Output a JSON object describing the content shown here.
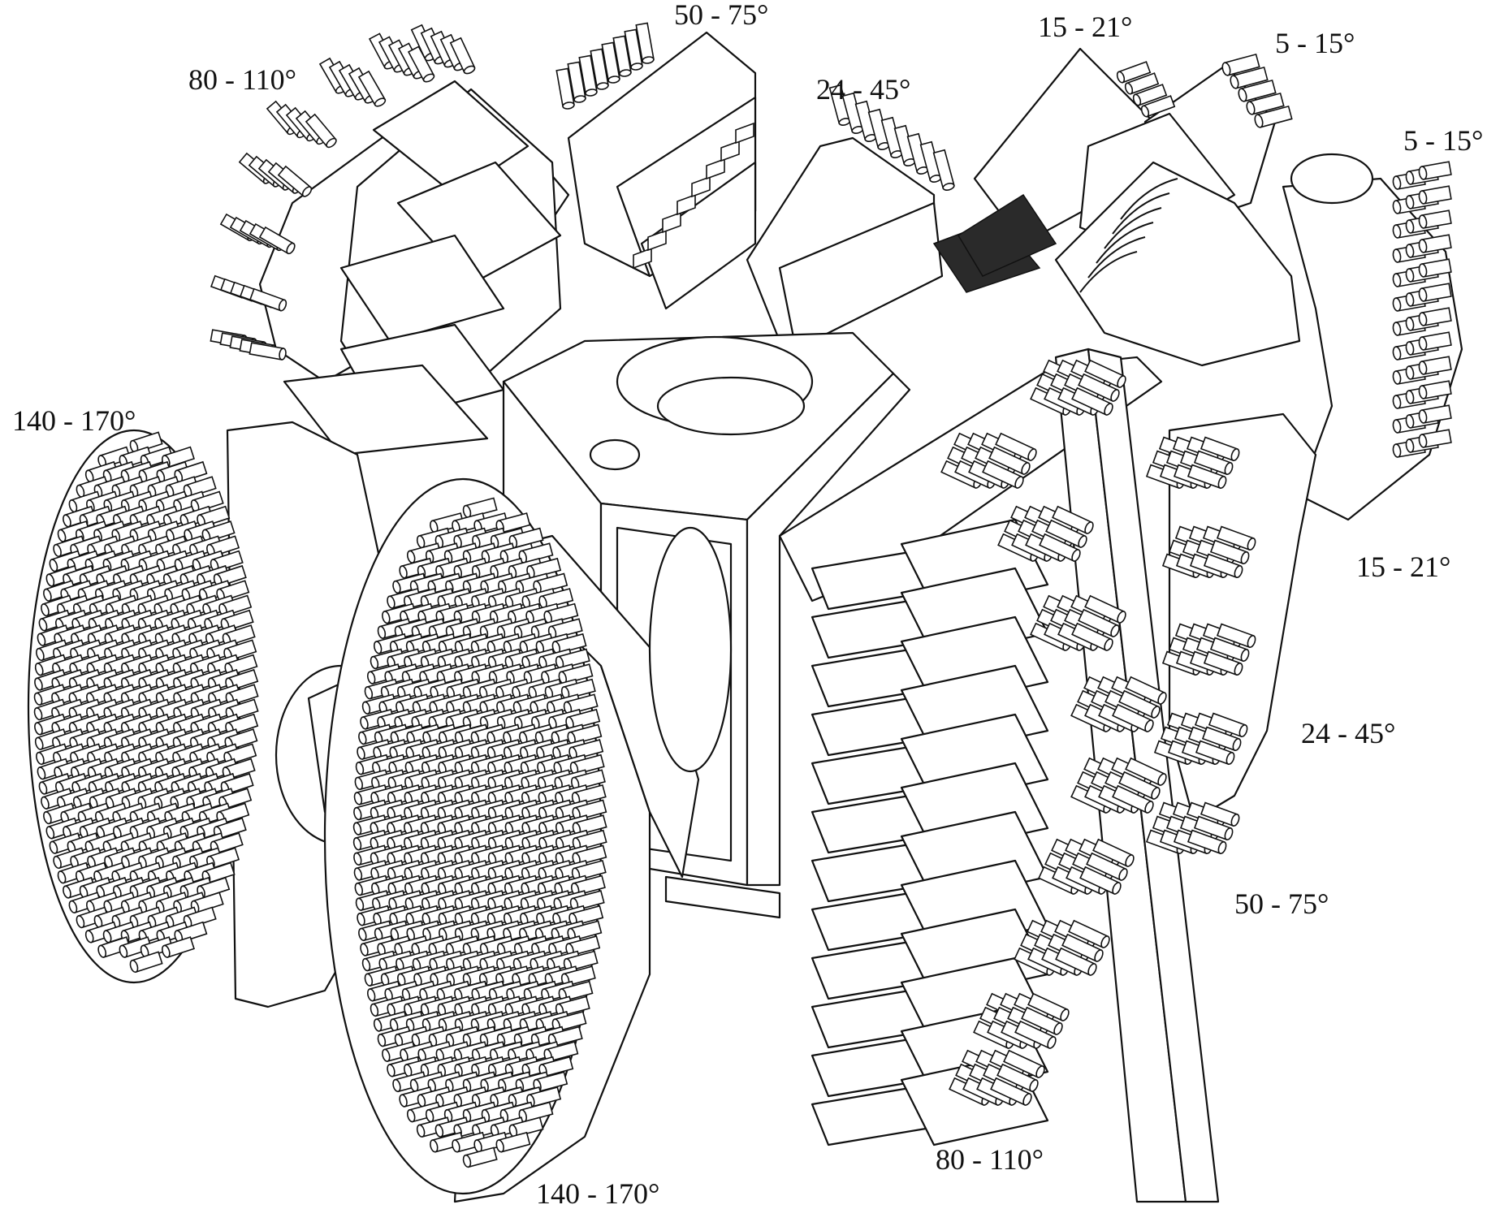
{
  "diagram": {
    "labels": [
      {
        "id": "label-80-110-top-left",
        "text": "80 - 110°"
      },
      {
        "id": "label-50-75-top",
        "text": "50 - 75°"
      },
      {
        "id": "label-24-45-top",
        "text": "24 - 45°"
      },
      {
        "id": "label-15-21-top",
        "text": "15 - 21°"
      },
      {
        "id": "label-5-15-top",
        "text": "5 - 15°"
      },
      {
        "id": "label-5-15-right",
        "text": "5 - 15°"
      },
      {
        "id": "label-140-170-left",
        "text": "140 - 170°"
      },
      {
        "id": "label-15-21-right",
        "text": "15 - 21°"
      },
      {
        "id": "label-24-45-right",
        "text": "24 - 45°"
      },
      {
        "id": "label-50-75-right",
        "text": "50 - 75°"
      },
      {
        "id": "label-80-110-bottom",
        "text": "80 - 110°"
      },
      {
        "id": "label-140-170-bottom",
        "text": "140 - 170°"
      }
    ]
  },
  "colors": {
    "line": "#111111",
    "background": "#ffffff"
  }
}
